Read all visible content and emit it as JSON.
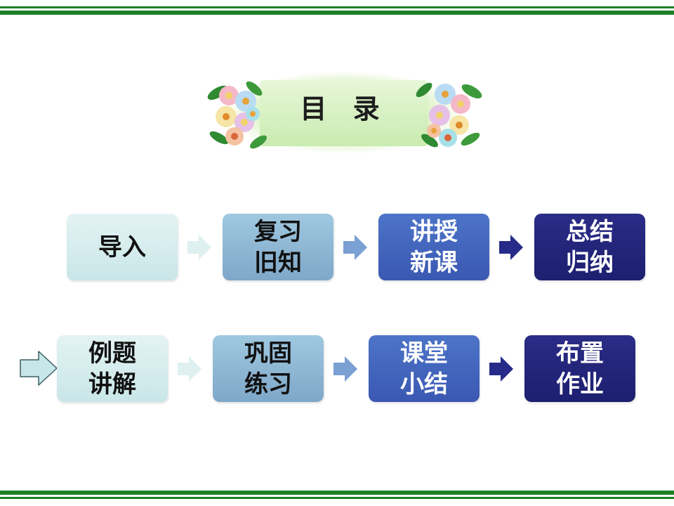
{
  "title": "目 录",
  "colors": {
    "rule_green": "#1e7f25",
    "step_light": "#c9e6e8",
    "step_mid": "#7fa7c8",
    "step_blue": "#3a58b2",
    "step_navy": "#1d1f70"
  },
  "row1": [
    {
      "label": "导入"
    },
    {
      "label": "复习\n旧知"
    },
    {
      "label": "讲授\n新课"
    },
    {
      "label": "总结\n归纳"
    }
  ],
  "row2": [
    {
      "label": "例题\n讲解"
    },
    {
      "label": "巩固\n练习"
    },
    {
      "label": "课堂\n小结"
    },
    {
      "label": "布置\n作业"
    }
  ],
  "icons": {
    "current_marker": "right-arrow-icon",
    "connector": "chevron-arrow-icon",
    "decoration": "flower-bouquet-icon"
  }
}
